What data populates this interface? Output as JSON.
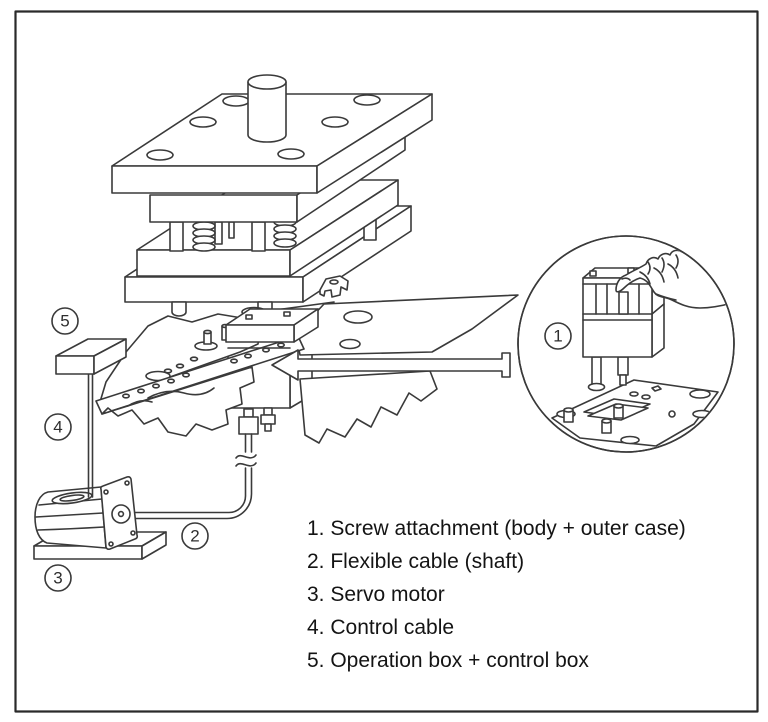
{
  "figure": {
    "background": "#ffffff",
    "line_color": "#3a3a3a",
    "border_color": "#2a2a2a"
  },
  "callouts": {
    "n1": "1",
    "n2": "2",
    "n3": "3",
    "n4": "4",
    "n5": "5"
  },
  "legend": {
    "items": [
      "1. Screw attachment (body + outer case)",
      "2. Flexible cable (shaft)",
      "3. Servo motor",
      "4. Control cable",
      "5. Operation box + control box"
    ]
  }
}
